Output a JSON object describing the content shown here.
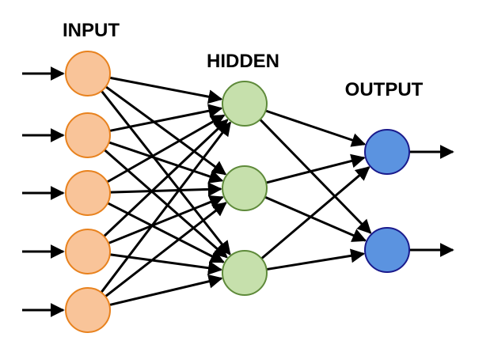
{
  "layers": [
    {
      "name": "input",
      "label": "INPUT",
      "nodes": 5,
      "fill": "#f9c499",
      "stroke": "#e8821e"
    },
    {
      "name": "hidden",
      "label": "HIDDEN",
      "nodes": 3,
      "fill": "#c6e0ac",
      "stroke": "#5e8a3a"
    },
    {
      "name": "output",
      "label": "OUTPUT",
      "nodes": 2,
      "fill": "#5b93e0",
      "stroke": "#1a1a8c"
    }
  ],
  "connections": "fully-connected",
  "edge_color": "#000000"
}
